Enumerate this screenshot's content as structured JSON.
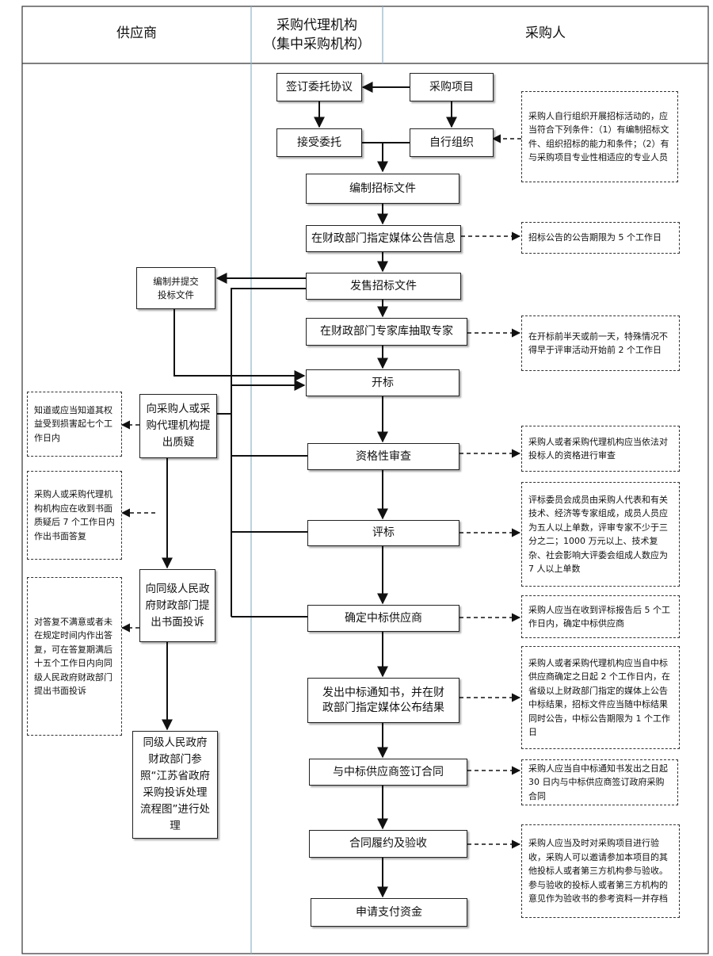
{
  "headers": {
    "supplier": "供应商",
    "agency_line1": "采购代理机构",
    "agency_line2": "（集中采购机构）",
    "purchaser": "采购人"
  },
  "boxes": {
    "sign": "签订委托协议",
    "project": "采购项目",
    "accept": "接受委托",
    "self_org": "自行组织",
    "compile": "编制招标文件",
    "announce": "在财政部门指定媒体公告信息",
    "sell": "发售招标文件",
    "prepare_bid": "编制并提交投标文件",
    "experts": "在财政部门专家库抽取专家",
    "open": "开标",
    "question": "向采购人或采购代理机构提出质疑",
    "qualify": "资格性审查",
    "evaluate": "评标",
    "complain": "向同级人民政府财政部门提出书面投诉",
    "decide": "确定中标供应商",
    "notify": "发出中标通知书，并在财政部门指定媒体公布结果",
    "gov_handle": "同级人民政府财政部门参照“江苏省政府采购投诉处理流程图”进行处理",
    "contract": "与中标供应商签订合同",
    "perform": "合同履约及验收",
    "pay": "申请支付资金"
  },
  "notes": {
    "self_org": "采购人自行组织开展招标活动的，应当符合下列条件：（1）有编制招标文件、组织招标的能力和条件；（2）有与采购项目专业性相适应的专业人员",
    "announce": "招标公告的公告期限为 5 个工作日",
    "experts": "在开标前半天或前一天，特殊情况不得早于评审活动开始前 2 个工作日",
    "question": "知道或应当知道其权益受到损害起七个工作日内",
    "reply": "采购人或采购代理机构机构应在收到书面质疑后 7 个工作日内作出书面答复",
    "complain": "对答复不满意或者未在规定时间内作出答复，可在答复期满后十五个工作日内向同级人民政府财政部门提出书面投诉",
    "qualify": "采购人或者采购代理机构应当依法对投标人的资格进行审查",
    "evaluate": "评标委员会成员由采购人代表和有关技术、经济等专家组成，成员人员应为五人以上单数，评审专家不少于三分之二；1000 万元以上、技术复杂、社会影响大评委会组成人数应为 7 人以上单数",
    "decide": "采购人应当在收到评标报告后 5 个工作日内，确定中标供应商",
    "notify": "采购人或者采购代理机构应当自中标供应商确定之日起 2 个工作日内，在省级以上财政部门指定的媒体上公告中标结果，招标文件应当随中标结果同时公告，中标公告期限为 1 个工作日",
    "contract": "采购人应当自中标通知书发出之日起 30 日内与中标供应商签订政府采购合同",
    "perform": "采购人应当及时对采购项目进行验收，采购人可以邀请参加本项目的其他投标人或者第三方机构参与验收。参与验收的投标人或者第三方机构的意见作为验收书的参考资料一并存档"
  },
  "colors": {
    "lane_line": "#8fb3c9",
    "stroke": "#222222"
  }
}
